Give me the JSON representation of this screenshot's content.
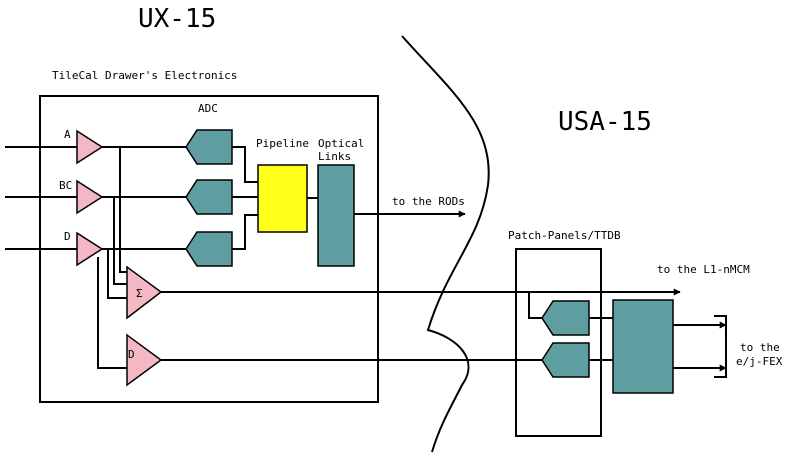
{
  "regions": {
    "left": "UX-15",
    "right": "USA-15"
  },
  "drawer": {
    "title": "TileCal Drawer's Electronics",
    "adc_label": "ADC",
    "pipeline_label": "Pipeline",
    "optical_label_line1": "Optical",
    "optical_label_line2": "Links"
  },
  "inputs": {
    "a": "A",
    "bc": "BC",
    "d": "D"
  },
  "summing": {
    "sigma": "Σ",
    "d": "D"
  },
  "outputs": {
    "rods": "to the RODs",
    "l1": "to the L1-nMCM",
    "efex_line1": "to the",
    "efex_line2": "e/j-FEX"
  },
  "patch": {
    "title": "Patch-Panels/TTDB"
  },
  "colors": {
    "amplifier": "#f4b8c4",
    "adc": "#5f9ea0",
    "pipeline": "#ffff1a",
    "optical": "#5f9ea0"
  }
}
